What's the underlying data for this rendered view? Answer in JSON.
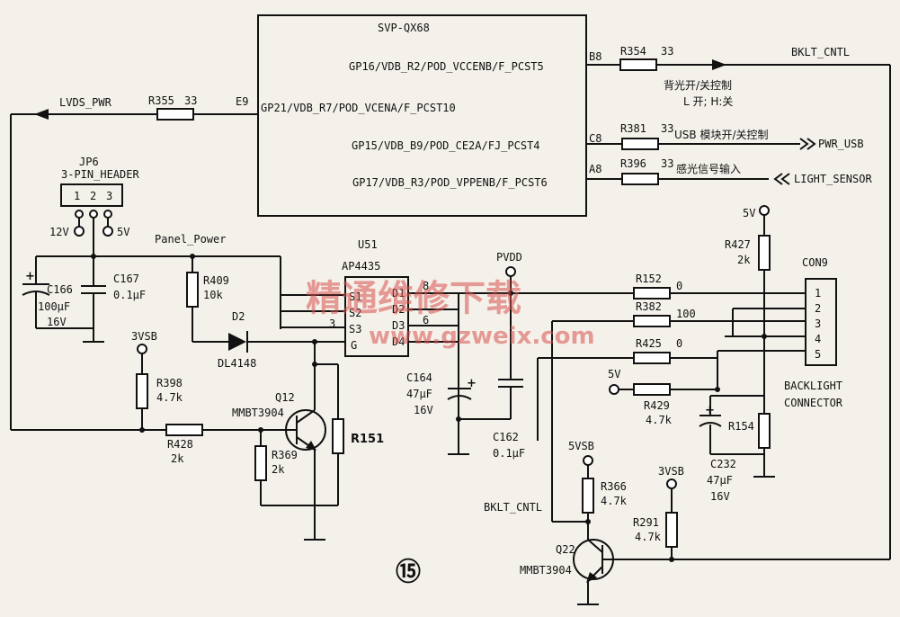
{
  "ic_main": {
    "name": "SVP-QX68",
    "pins": [
      {
        "func": "GP16/VDB_R2/POD_VCCENB/F_PCST5",
        "num": "B8"
      },
      {
        "func": "GP21/VDB_R7/POD_VCENA/F_PCST10",
        "num": "E9"
      },
      {
        "func": "GP15/VDB_B9/POD_CE2A/FJ_PCST4",
        "num": "C8"
      },
      {
        "func": "GP17/VDB_R3/POD_VPPENB/F_PCST6",
        "num": "A8"
      }
    ]
  },
  "resistors": {
    "r354": {
      "ref": "R354",
      "val": "33"
    },
    "r355": {
      "ref": "R355",
      "val": "33"
    },
    "r381": {
      "ref": "R381",
      "val": "33"
    },
    "r396": {
      "ref": "R396",
      "val": "33"
    },
    "r409": {
      "ref": "R409",
      "val": "10k"
    },
    "r398": {
      "ref": "R398",
      "val": "4.7k"
    },
    "r428": {
      "ref": "R428",
      "val": "2k"
    },
    "r369": {
      "ref": "R369",
      "val": "2k"
    },
    "r151": {
      "ref": "R151",
      "val": ""
    },
    "r152": {
      "ref": "R152",
      "val": "0"
    },
    "r382": {
      "ref": "R382",
      "val": "100"
    },
    "r425": {
      "ref": "R425",
      "val": "0"
    },
    "r429": {
      "ref": "R429",
      "val": "4.7k"
    },
    "r427": {
      "ref": "R427",
      "val": "2k"
    },
    "r154": {
      "ref": "R154",
      "val": ""
    },
    "r366": {
      "ref": "R366",
      "val": "4.7k"
    },
    "r291": {
      "ref": "R291",
      "val": "4.7k"
    }
  },
  "caps": {
    "c166": {
      "ref": "C166",
      "val": "100μF",
      "volt": "16V"
    },
    "c167": {
      "ref": "C167",
      "val": "0.1μF"
    },
    "c164": {
      "ref": "C164",
      "val": "47μF",
      "volt": "16V"
    },
    "c162": {
      "ref": "C162",
      "val": "0.1μF"
    },
    "c232": {
      "ref": "C232",
      "val": "47μF",
      "volt": "16V"
    }
  },
  "signals": {
    "bklt_cntl": "BKLT_CNTL",
    "bklt_cntl2": "BKLT_CNTL",
    "lvds_pwr": "LVDS_PWR",
    "pwr_usb": "PWR_USB",
    "light_sensor": "LIGHT_SENSOR",
    "panel_power": "Panel_Power",
    "pvdd": "PVDD"
  },
  "notes": {
    "backlight": "背光开/关控制",
    "backlight_lh": "L 开; H:关",
    "usb": "USB 模块开/关控制",
    "light": "感光信号输入"
  },
  "header": {
    "ref": "JP6",
    "name": "3-PIN_HEADER",
    "pins": [
      "1",
      "2",
      "3"
    ],
    "v12": "12V",
    "v5": "5V"
  },
  "u51": {
    "ref": "U51",
    "part": "AP4435",
    "left_pins": [
      "S1",
      "S2",
      "S3",
      "G"
    ],
    "right_pins": [
      "D1",
      "D2",
      "D3",
      "D4"
    ],
    "pin8": "8",
    "pin6": "6",
    "pin3": "3"
  },
  "d2": {
    "ref": "D2",
    "part": "DL4148"
  },
  "q12": {
    "ref": "Q12",
    "part": "MMBT3904"
  },
  "q22": {
    "ref": "Q22",
    "part": "MMBT3904"
  },
  "rails": {
    "v3vsb_a": "3VSB",
    "v3vsb_b": "3VSB",
    "v5vsb": "5VSB",
    "v5_a": "5V",
    "v5_b": "5V"
  },
  "con9": {
    "ref": "CON9",
    "pins": [
      "1",
      "2",
      "3",
      "4",
      "5"
    ],
    "label1": "BACKLIGHT",
    "label2": "CONNECTOR"
  },
  "watermark": {
    "cn": "精通维修下载",
    "url": "www.gzweix.com"
  },
  "page_number": "⑮"
}
